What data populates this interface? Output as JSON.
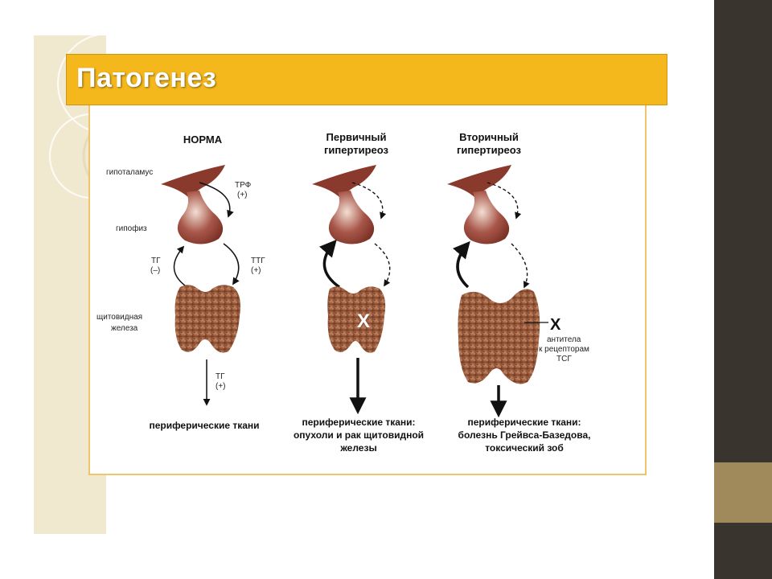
{
  "title": "Патогенез",
  "labels": {
    "hypothalamus": "гипоталамус",
    "pituitary": "гипофиз",
    "thyroid_line1": "щитовидная",
    "thyroid_line2": "железа",
    "trf_line1": "ТРФ",
    "trf_line2": "(+)",
    "tg_neg_line1": "ТГ",
    "tg_neg_line2": "(–)",
    "ttg_line1": "ТТГ",
    "ttg_line2": "(+)",
    "tg_pos_line1": "ТГ",
    "tg_pos_line2": "(+)",
    "x_primary": "X",
    "x_secondary": "X",
    "antibody_line1": "антитела",
    "antibody_line2": "к рецепторам",
    "antibody_line3": "ТСГ"
  },
  "columns": [
    {
      "header": [
        "НОРМА"
      ],
      "caption": [
        "периферические ткани"
      ]
    },
    {
      "header": [
        "Первичный",
        "гипертиреоз"
      ],
      "caption": [
        "периферические ткани:",
        "опухоли и рак щитовидной",
        "железы"
      ]
    },
    {
      "header": [
        "Вторичный",
        "гипертиреоз"
      ],
      "caption": [
        "периферические ткани:",
        "болезнь Грейвса-Базедова,",
        "токсический зоб"
      ]
    }
  ],
  "colors": {
    "title_bar": "#f4b81c",
    "frame": "#f0c46a",
    "gland": "#9a5a3c",
    "hypothalamus": "#8a3a2c",
    "side_panel": "#f1e9cf",
    "dark_band": "#3a342e",
    "accent_band": "#a0895a"
  }
}
